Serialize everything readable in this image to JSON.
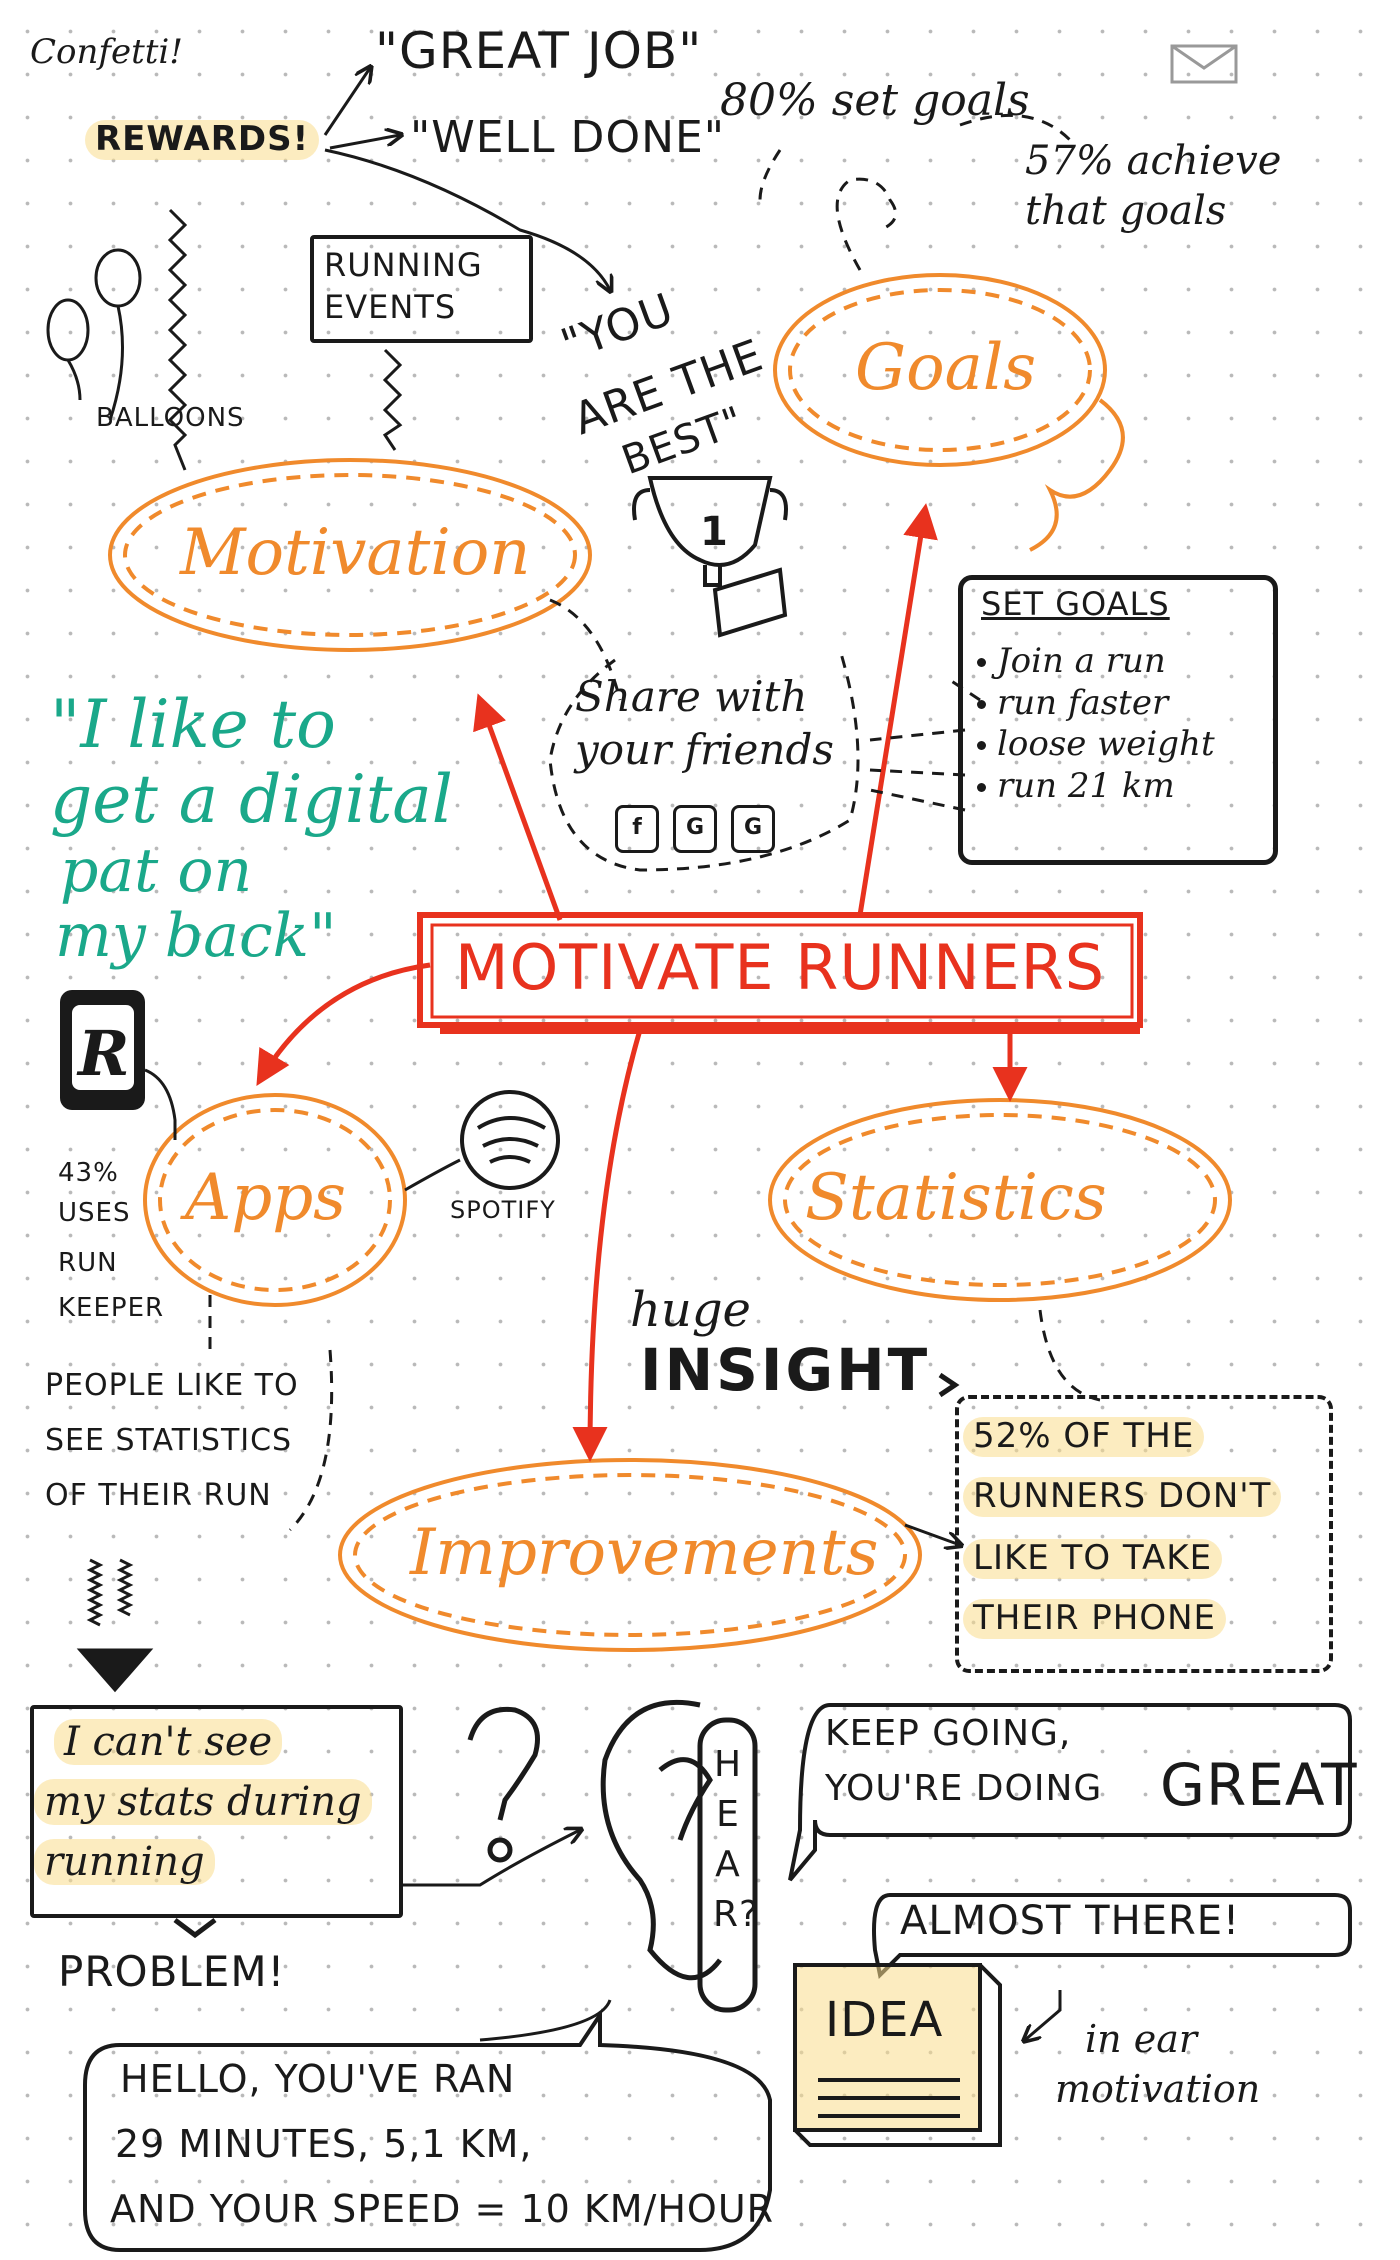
{
  "center": {
    "title": "MOTIVATE RUNNERS"
  },
  "motivation": {
    "label": "Motivation",
    "confetti": "Confetti!",
    "rewards": "REWARDS!",
    "great_job": "\"GREAT JOB\"",
    "well_done": "\"WELL DONE\"",
    "balloons": "BALLOONS",
    "running_events": [
      "RUNNING",
      "EVENTS"
    ],
    "best_quote": [
      "\"YOU",
      "ARE THE",
      "BEST\""
    ],
    "share": [
      "Share with",
      "your friends"
    ],
    "social_icons": [
      "f",
      "G",
      "G"
    ]
  },
  "goals": {
    "label": "Goals",
    "stat1": "80% set goals",
    "stat2": [
      "57% achieve",
      "that goals"
    ],
    "set_goals_title": "SET GOALS",
    "items": [
      "Join a run",
      "run faster",
      "loose weight",
      "run 21 km"
    ]
  },
  "quote": [
    "\"I like to",
    "get a digital",
    "pat on",
    "my back\""
  ],
  "apps": {
    "label": "Apps",
    "runkeeper_stat": [
      "43%",
      "USES",
      "RUN",
      "KEEPER"
    ],
    "spotify": "SPOTIFY",
    "note": [
      "PEOPLE LIKE TO",
      "SEE STATISTICS",
      "OF THEIR RUN"
    ]
  },
  "statistics": {
    "label": "Statistics"
  },
  "improvements": {
    "label": "Improvements",
    "huge": "huge",
    "insight": "INSIGHT",
    "fact": [
      "52% OF THE",
      "RUNNERS DON'T",
      "LIKE TO TAKE",
      "THEIR PHONE"
    ]
  },
  "problem": {
    "card": [
      "I can't see",
      "my stats during",
      "running"
    ],
    "label": "PROBLEM!"
  },
  "hear": {
    "question": "?",
    "letters": "HEAR?",
    "bubble1a": "KEEP GOING,",
    "bubble1b": "YOU'RE DOING",
    "bubble1c": "GREAT",
    "bubble2": "ALMOST THERE!",
    "idea": "IDEA",
    "in_ear": [
      "in ear",
      "motivation"
    ],
    "message": [
      "HELLO, YOU'VE RAN",
      "29 MINUTES, 5,1 KM,",
      "AND YOUR SPEED = 10 KM/HOUR"
    ]
  },
  "colors": {
    "red": "#e8321e",
    "orange": "#f08a2c",
    "teal": "#1aa88a",
    "highlight": "#fadc8c",
    "ink": "#1a1a1a"
  },
  "icons": [
    "envelope-icon",
    "balloon-icon",
    "trophy-icon",
    "runkeeper-icon",
    "spotify-icon",
    "ear-icon",
    "question-mark-icon",
    "idea-note-icon",
    "arrow-icon"
  ]
}
